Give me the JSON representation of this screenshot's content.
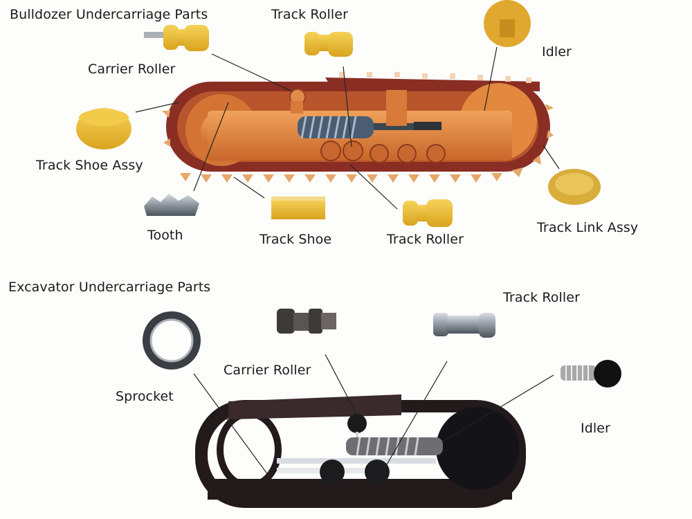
{
  "sections": {
    "bulldozer": {
      "title": "Bulldozer Undercarriage Parts",
      "labels": {
        "track_roller_top": "Track Roller",
        "carrier_roller": "Carrier Roller",
        "idler": "Idler",
        "track_shoe_assy": "Track Shoe Assy",
        "tooth": "Tooth",
        "track_shoe": "Track Shoe",
        "track_roller_bottom": "Track Roller",
        "track_link_assy": "Track Link Assy"
      }
    },
    "excavator": {
      "title": "Excavator Undercarriage Parts",
      "labels": {
        "track_roller": "Track Roller",
        "carrier_roller": "Carrier Roller",
        "sprocket": "Sprocket",
        "idler": "Idler"
      }
    }
  },
  "colors": {
    "bulldozer_body": "#e0843c",
    "bulldozer_track": "#8a2e24",
    "part_yellow": "#e8b72e",
    "excavator_track": "#231a1c",
    "leader_line": "#222222"
  }
}
